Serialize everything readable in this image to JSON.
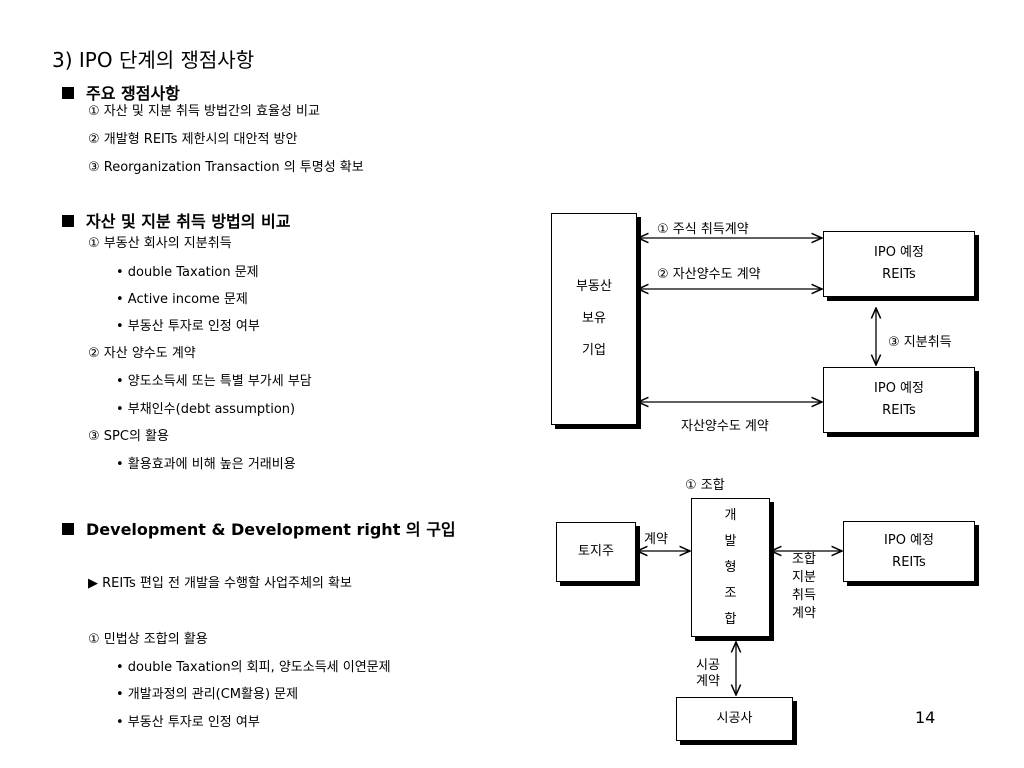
{
  "title": "3) IPO 단계의 쟁점사항",
  "section1": {
    "heading": "주요 쟁점사항",
    "items": [
      "① 자산 및 지분 취득 방법간의 효율성 비교",
      "② 개발형 REITs 제한시의 대안적 방안",
      "③ Reorganization Transaction 의  투명성 확보"
    ]
  },
  "section2": {
    "heading": "자산 및 지분 취득 방법의 비교",
    "lines": [
      "① 부동산 회사의 지분취득",
      "• double Taxation 문제",
      "• Active income 문제",
      "• 부동산 투자로 인정 여부",
      "② 자산 양수도 계약",
      "• 양도소득세 또는 특별 부가세 부담",
      "• 부채인수(debt assumption)",
      "③ SPC의 활용",
      "• 활용효과에 비해 높은 거래비용"
    ]
  },
  "section3": {
    "heading": "Development & Development right 의 구입",
    "arrow_line": "▶ REITs 편입 전  개발을 수행할 사업주체의 확보",
    "lines": [
      "① 민법상 조합의 활용",
      "• double Taxation의 회피, 양도소득세 이연문제",
      "• 개발과정의 관리(CM활용) 문제",
      "• 부동산 투자로 인정 여부"
    ]
  },
  "diagram1": {
    "left_box": [
      "부동산",
      "보유",
      "기업"
    ],
    "top_box": [
      "IPO 예정",
      "REITs"
    ],
    "bottom_box": [
      "IPO 예정",
      "REITs"
    ],
    "label_1": "① 주식 취득계약",
    "label_2": "②  자산양수도 계약",
    "label_3": "③ 지분취득",
    "label_4": "자산양수도 계약"
  },
  "diagram2": {
    "label_top": "① 조합",
    "center_box": [
      "개",
      "발",
      "형",
      "조",
      "합"
    ],
    "left_box": "토지주",
    "left_label": "계약",
    "right_box": [
      "IPO 예정",
      "REITs"
    ],
    "right_label": [
      "조합",
      "지분",
      "취득",
      "계약"
    ],
    "bottom_label": [
      "시공",
      "계약"
    ],
    "bottom_box": "시공사"
  },
  "page_number": "14"
}
